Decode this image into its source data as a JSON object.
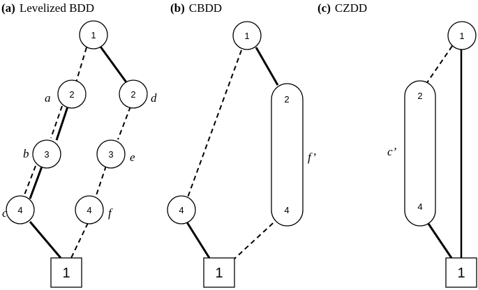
{
  "panels": [
    {
      "tag": "(a)",
      "title": "Levelized BDD"
    },
    {
      "tag": "(b)",
      "title": "CBDD"
    },
    {
      "tag": "(c)",
      "title": "CZDD"
    }
  ],
  "panel_a": {
    "nodes": {
      "n1": "1",
      "n2a": "2",
      "n2d": "2",
      "n3b": "3",
      "n3e": "3",
      "n4c": "4",
      "n4f": "4"
    },
    "terminal": "1",
    "edge_labels": {
      "a": "a",
      "b": "b",
      "c": "c",
      "d": "d",
      "e": "e",
      "f": "f"
    }
  },
  "panel_b": {
    "nodes": {
      "n1": "1",
      "n4": "4",
      "chain_top": "2",
      "chain_bottom": "4"
    },
    "terminal": "1",
    "chain_label": "f’"
  },
  "panel_c": {
    "nodes": {
      "n1": "1",
      "chain_top": "2",
      "chain_bottom": "4"
    },
    "terminal": "1",
    "chain_label": "c’"
  }
}
